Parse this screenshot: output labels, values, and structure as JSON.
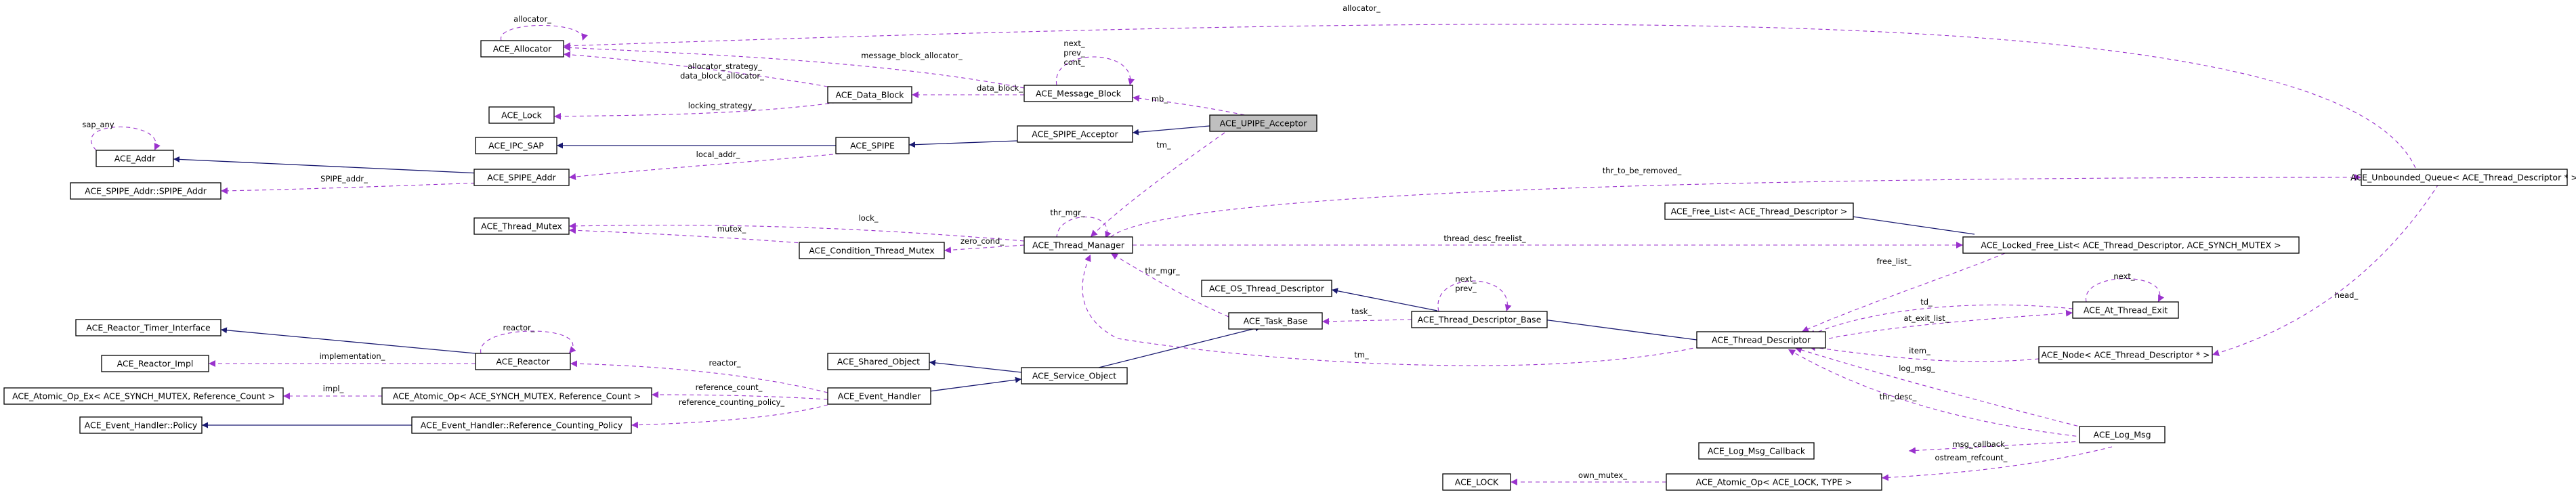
{
  "colors": {
    "inherit": "#191970",
    "use": "#9a32cd",
    "focus_fill": "#bfbfbf"
  },
  "nodes": {
    "upipe_acceptor": "ACE_UPIPE_Acceptor",
    "allocator": "ACE_Allocator",
    "lock": "ACE_Lock",
    "ipc_sap": "ACE_IPC_SAP",
    "addr": "ACE_Addr",
    "spipe_addr": "ACE_SPIPE_Addr",
    "spipe_addr_inner": "ACE_SPIPE_Addr::SPIPE_Addr",
    "data_block": "ACE_Data_Block",
    "message_block": "ACE_Message_Block",
    "spipe": "ACE_SPIPE",
    "spipe_acceptor": "ACE_SPIPE_Acceptor",
    "thread_mutex": "ACE_Thread_Mutex",
    "condition_thread_mutex": "ACE_Condition_Thread_Mutex",
    "thread_manager": "ACE_Thread_Manager",
    "os_thread_descriptor": "ACE_OS_Thread_Descriptor",
    "thread_descriptor_base": "ACE_Thread_Descriptor_Base",
    "task_base": "ACE_Task_Base",
    "shared_object": "ACE_Shared_Object",
    "service_object": "ACE_Service_Object",
    "event_handler": "ACE_Event_Handler",
    "reactor_timer_interface": "ACE_Reactor_Timer_Interface",
    "reactor_impl": "ACE_Reactor_Impl",
    "reactor": "ACE_Reactor",
    "atomic_op_ex": "ACE_Atomic_Op_Ex< ACE_SYNCH_MUTEX, Reference_Count >",
    "atomic_op_ref": "ACE_Atomic_Op< ACE_SYNCH_MUTEX, Reference_Count >",
    "event_handler_policy": "ACE_Event_Handler::Policy",
    "event_handler_rcp": "ACE_Event_Handler::Reference_Counting_Policy",
    "unbounded_queue": "ACE_Unbounded_Queue< ACE_Thread_Descriptor * >",
    "free_list": "ACE_Free_List< ACE_Thread_Descriptor >",
    "locked_free_list": "ACE_Locked_Free_List< ACE_Thread_Descriptor, ACE_SYNCH_MUTEX >",
    "at_thread_exit": "ACE_At_Thread_Exit",
    "thread_descriptor": "ACE_Thread_Descriptor",
    "node": "ACE_Node< ACE_Thread_Descriptor * >",
    "log_msg_callback": "ACE_Log_Msg_Callback",
    "log_msg": "ACE_Log_Msg",
    "ace_lock": "ACE_LOCK",
    "atomic_op_lock": "ACE_Atomic_Op< ACE_LOCK, TYPE >"
  },
  "edge_labels": {
    "allocator_self": "allocator_",
    "allocator_far": "allocator_",
    "message_block_allocator": "message_block_allocator_",
    "allocator_strategy": "allocator_strategy_",
    "data_block_allocator": "data_block_allocator_",
    "data_block": "data_block_",
    "next": "next_",
    "prev": "prev_",
    "cont": "cont_",
    "mb": "mb_",
    "locking_strategy": "locking_strategy_",
    "sap_any": "sap_any",
    "local_addr": "local_addr_",
    "spipe_addr": "SPIPE_addr_",
    "tm": "tm_",
    "thr_to_be_removed": "thr_to_be_removed_",
    "thr_mgr": "thr_mgr_",
    "lock": "lock_",
    "mutex": "mutex_",
    "zero_cond": "zero_cond_",
    "thread_desc_freelist": "thread_desc_freelist_",
    "free_list": "free_list_",
    "td_next": "next_",
    "td_prev": "prev_",
    "task": "task_",
    "thr_mgr2": "thr_mgr_",
    "tm2": "tm_",
    "reactor": "reactor_",
    "reactor2": "reactor_",
    "implementation": "implementation_",
    "impl": "impl_",
    "reference_count": "reference_count_",
    "reference_counting_policy": "reference_counting_policy_",
    "ate_next": "next_",
    "td": "td_",
    "at_exit_list": "at_exit_list_",
    "item": "item_",
    "log_msg": "log_msg_",
    "thr_desc": "thr_desc_",
    "head": "head_",
    "msg_callback": "msg_callback_",
    "ostream_refcount": "ostream_refcount_",
    "own_mutex": "own_mutex_"
  }
}
